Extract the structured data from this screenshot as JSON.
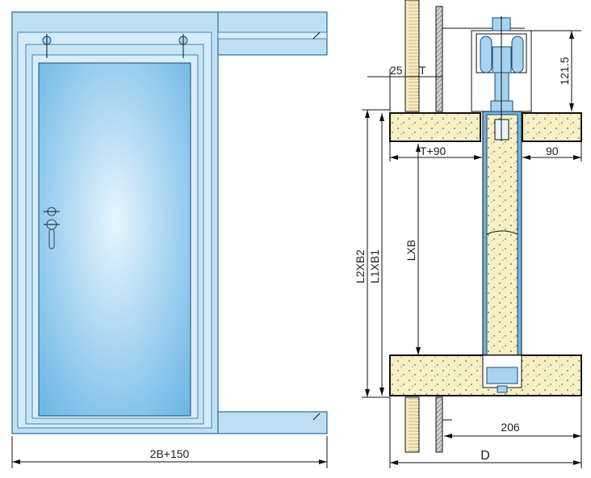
{
  "title": "Sliding door elevation and section drawing",
  "colors": {
    "frame": "#bfe0f3",
    "glass": "#8ec9ee",
    "concrete": "#f8f0c4",
    "steel": "#a8d3f0"
  },
  "elevation": {
    "width_label": "2B+150"
  },
  "section": {
    "wall_offset_label": "25",
    "thickness_label": "T",
    "hanger_height_label": "121.5",
    "left_slab_label": "T+90",
    "right_slab_label": "90",
    "outer_height_label": "L2XB2",
    "frame_height_label": "L1XB1",
    "door_height_label": "LXB",
    "track_label": "206",
    "depth_label": "D"
  }
}
